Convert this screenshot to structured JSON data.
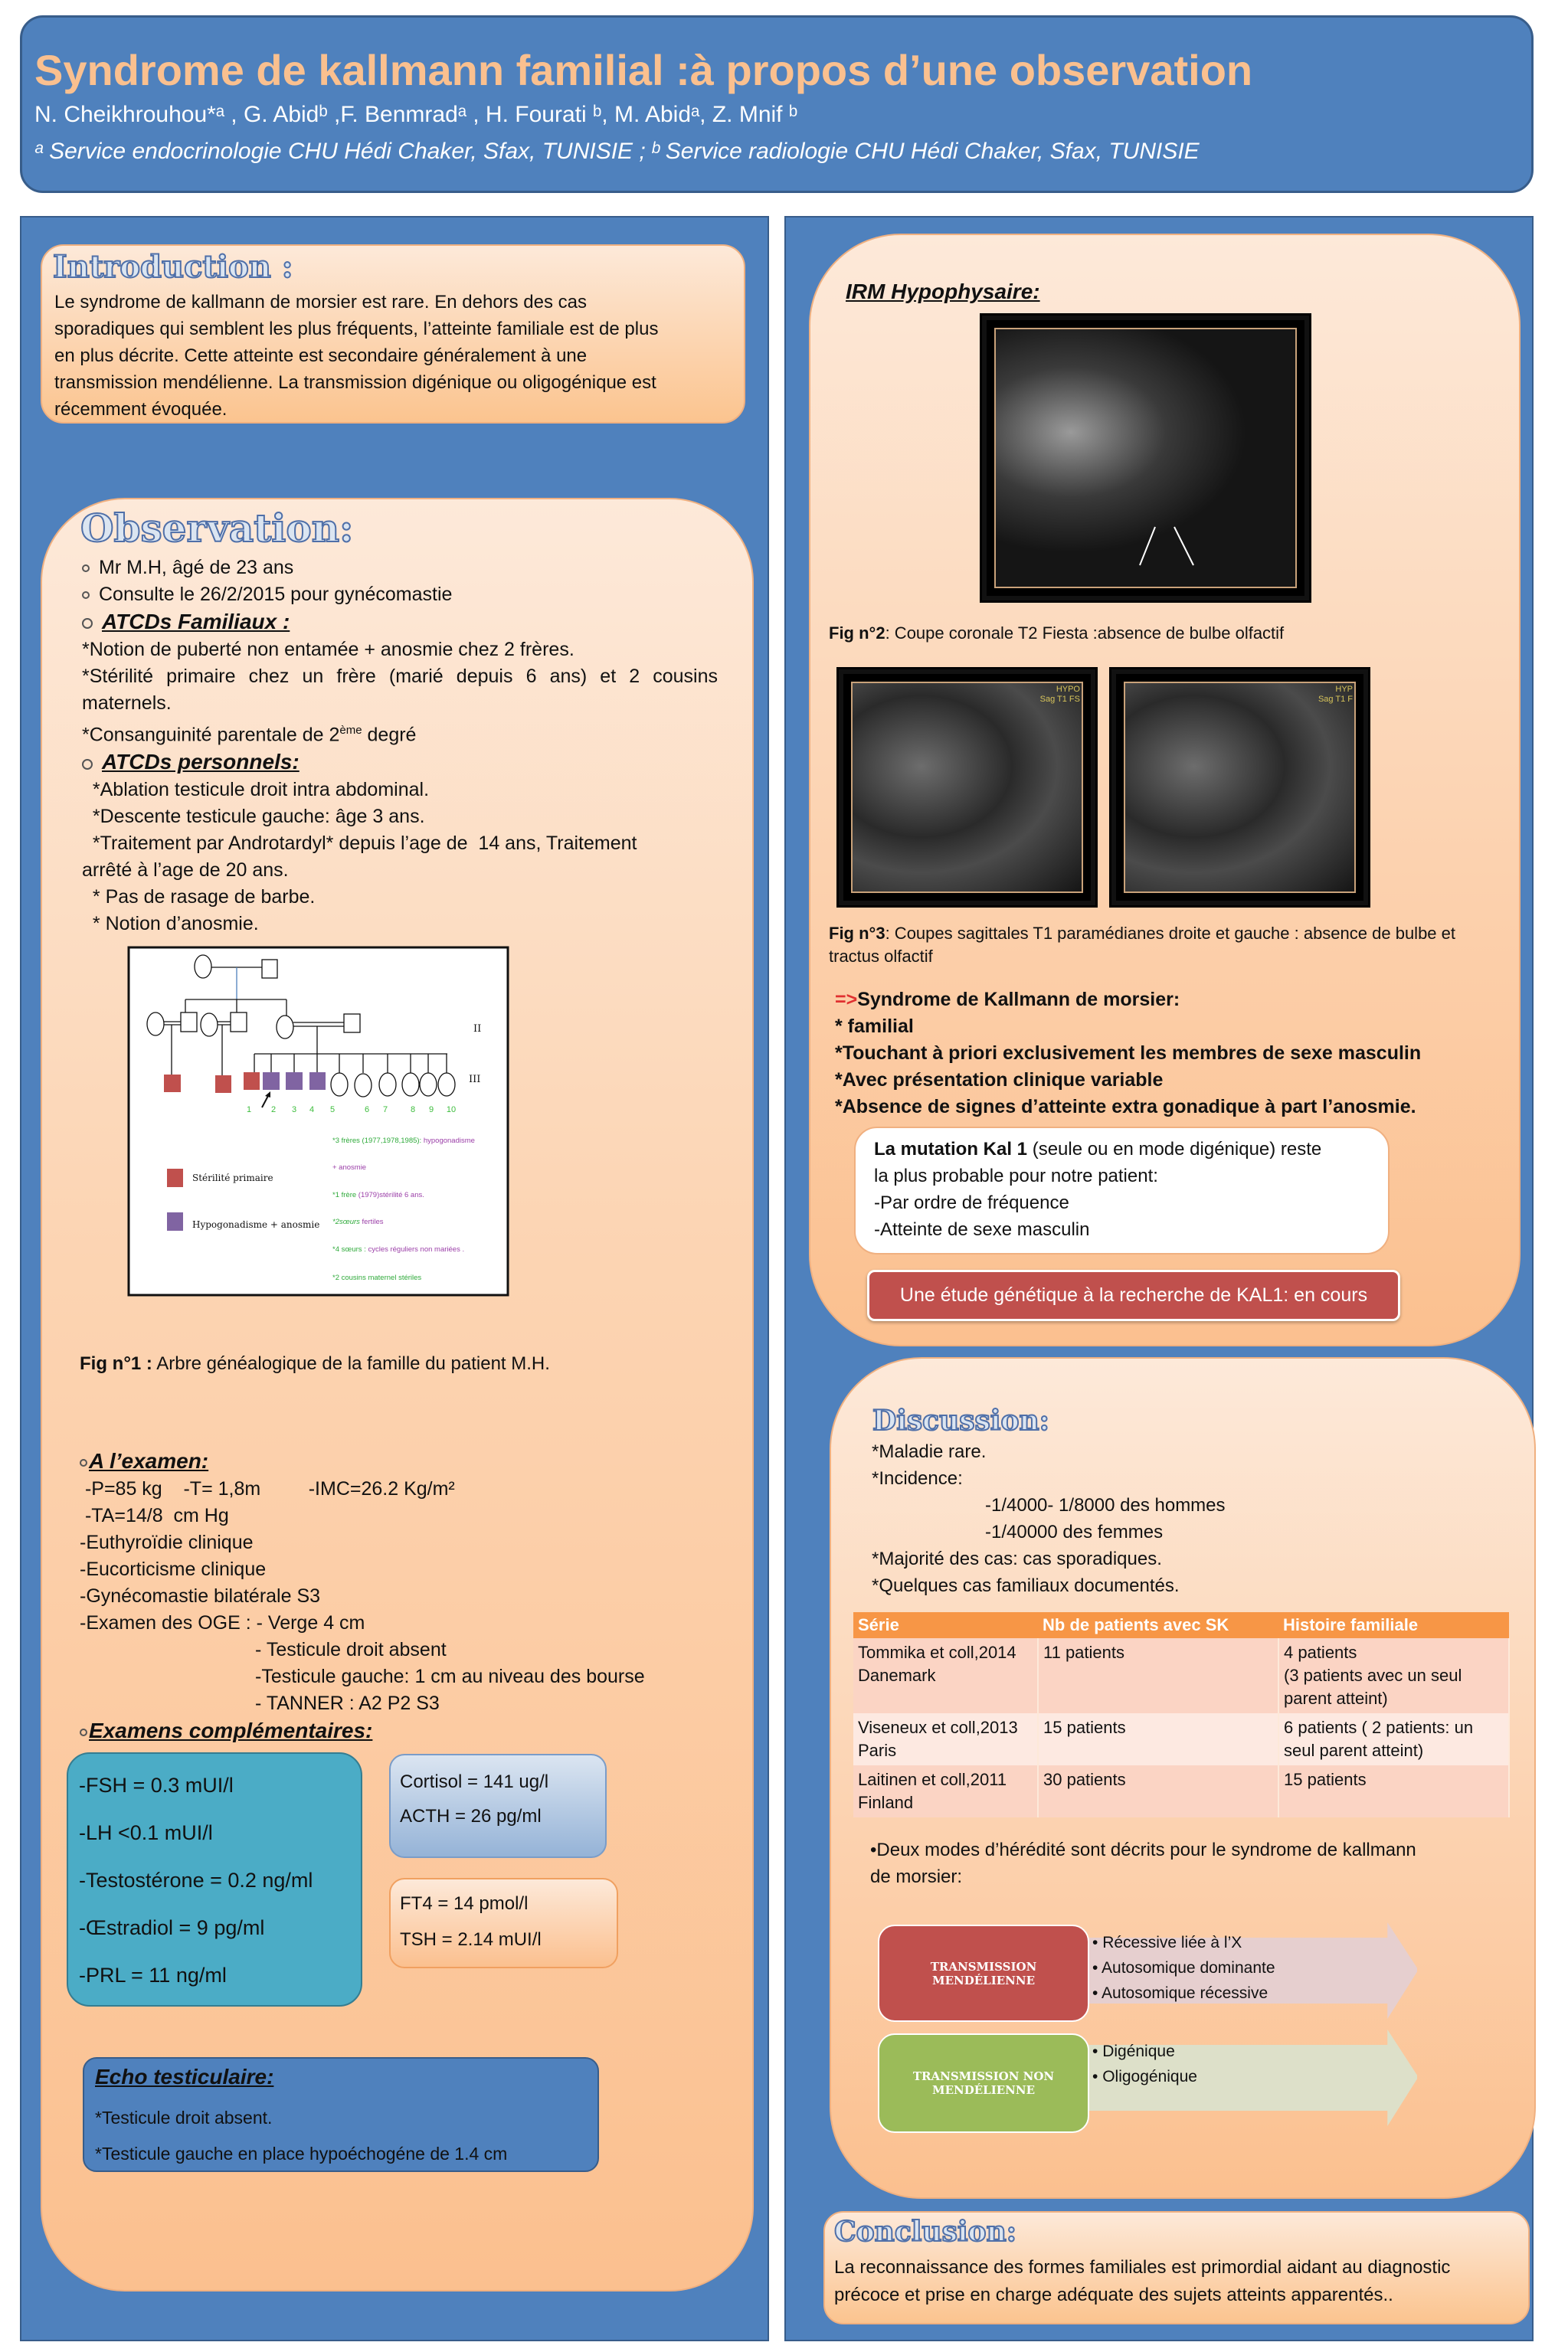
{
  "header": {
    "title": "Syndrome de kallmann familial :à propos d’une observation",
    "authors": "N. Cheikhrouhou*ᵃ , G. Abidᵇ ,F. Benmradᵃ , H. Fourati ᵇ, M. Abidᵃ, Z. Mnif ᵇ",
    "affiliations": "ᵃ Service endocrinologie CHU Hédi Chaker, Sfax, TUNISIE ; ᵇ Service radiologie CHU Hédi Chaker, Sfax, TUNISIE"
  },
  "introduction": {
    "heading": "Introduction :",
    "lines": [
      "Le syndrome de kallmann de morsier est rare. En dehors des cas",
      "sporadiques qui semblent les plus fréquents, l’atteinte familiale est de plus",
      "en plus décrite. Cette atteinte est secondaire généralement à une",
      "transmission mendélienne. La transmission digénique ou oligogénique est",
      "récemment évoquée."
    ]
  },
  "observation": {
    "heading": "Observation:",
    "patient": "Mr M.H, âgé de 23 ans",
    "consult": "Consulte le 26/2/2015 pour gynécomastie",
    "familial_heading": "ATCDs Familiaux :",
    "familial": [
      "*Notion de puberté non entamée + anosmie   chez 2 frères.",
      "*Stérilité primaire chez un frère (marié depuis 6 ans) et 2 cousins",
      "maternels.",
      "*Consanguinité parentale de 2"
    ],
    "familial_sup": "ème",
    "familial_tail": " degré",
    "personal_heading": "ATCDs personnels:",
    "personal": [
      "  *Ablation testicule droit intra abdominal.",
      "  *Descente testicule gauche: âge 3 ans.",
      "  *Traitement par Androtardyl* depuis l’age de  14 ans, Traitement",
      "arrêté à l’age de 20 ans.",
      "  * Pas de rasage de barbe.",
      "  * Notion d’anosmie."
    ]
  },
  "pedigree": {
    "generations": [
      "II",
      "III"
    ],
    "numbers": [
      "1",
      "2",
      "3",
      "4",
      "5",
      "6",
      "7",
      "8",
      "9",
      "10"
    ],
    "legend": [
      "Stérilité primaire",
      "Hypogonadisme + anosmie"
    ],
    "notes": [
      {
        "green": "*3 frères (1977,1978,1985): ",
        "purple": "hypogonadisme"
      },
      {
        "green": "",
        "purple": "+ anosmie"
      },
      {
        "green": "*1 frère ",
        "purple": "(1979)stérilité 6 ans."
      },
      {
        "green": "*2sœurs ",
        "purple": "fertiles"
      },
      {
        "green": "*4 sœurs : ",
        "purple": "cycles réguliers non mariées ."
      },
      {
        "green": "*2 cousins maternel stériles",
        "purple": ""
      }
    ],
    "colors": {
      "sterility": "#c0504d",
      "hypogonadism": "#8064a2",
      "numbers": "#3dbd3d",
      "notes_purple": "#9b3fa8"
    },
    "caption_bold": "Fig n°1 :",
    "caption": " Arbre généalogique de la famille du patient M.H."
  },
  "exam": {
    "heading": "A l’examen:",
    "lines": [
      " -P=85 kg    -T= 1,8m         -IMC=26.2 Kg/m²",
      " -TA=14/8  cm Hg",
      "-Euthyroïdie clinique",
      "-Eucorticisme clinique",
      "-Gynécomastie bilatérale S3",
      "-Examen des OGE : - Verge 4 cm"
    ],
    "oge": [
      "- Testicule droit  absent",
      "-Testicule gauche:  1 cm au niveau des bourse",
      "- TANNER : A2 P2 S3"
    ]
  },
  "complementary": {
    "heading": "Examens complémentaires:",
    "hormones": [
      "-FSH = 0.3 mUI/l",
      "-LH <0.1 mUI/l",
      "-Testostérone = 0.2 ng/ml",
      "-Œstradiol =  9 pg/ml",
      "-PRL = 11 ng/ml"
    ],
    "adrenal": [
      "Cortisol = 141 ug/l",
      "ACTH = 26 pg/ml"
    ],
    "thyroid": [
      "FT4 = 14 pmol/l",
      "TSH = 2.14 mUI/l"
    ]
  },
  "echo": {
    "heading": "Echo testiculaire:",
    "lines": [
      "*Testicule droit absent.",
      "*Testicule gauche en place hypoéchogéne de  1.4 cm"
    ]
  },
  "irm": {
    "heading": "IRM Hypophysaire:",
    "fig2_bold": "Fig n°2",
    "fig2": ": Coupe coronale T2 Fiesta :absence de bulbe olfactif",
    "sag_labels": [
      "HYPO\nSag T1 FS",
      "HYP\nSag T1 F"
    ],
    "fig3_bold": "Fig n°3",
    "fig3": ": Coupes sagittales T1 paramédianes droite et gauche : absence de bulbe et tractus olfactif",
    "arrow_prefix": "=>",
    "conclusion_lines": [
      "Syndrome de Kallmann de morsier:",
      "* familial",
      "*Touchant à priori exclusivement les membres de sexe masculin",
      "*Avec présentation clinique variable",
      "*Absence de signes d’atteinte extra gonadique à part l’anosmie."
    ],
    "mutation_bold": "La mutation Kal 1",
    "mutation_lines": [
      " (seule ou en mode digénique) reste",
      "la plus probable pour notre patient:",
      "-Par ordre de fréquence",
      "-Atteinte de sexe masculin"
    ],
    "genetic_button": "Une étude génétique à la recherche de KAL1: en cours"
  },
  "discussion": {
    "heading": "Discussion:",
    "lines": [
      "*Maladie rare.",
      "*Incidence:"
    ],
    "incidence": [
      "-1/4000- 1/8000 des hommes",
      "-1/40000 des femmes"
    ],
    "lines2": [
      "*Majorité des cas: cas sporadiques.",
      "*Quelques cas familiaux documentés."
    ],
    "table": {
      "headers": [
        "Série",
        "Nb de patients  avec SK",
        "Histoire familiale"
      ],
      "rows": [
        [
          "Tommika et coll,2014",
          "Danemark",
          "11 patients",
          "4 patients",
          "(3 patients avec un seul",
          "parent atteint)"
        ],
        [
          "Viseneux et coll,2013",
          "Paris",
          "15 patients",
          "6 patients ( 2 patients: un",
          "seul parent atteint)",
          ""
        ],
        [
          "Laitinen et coll,2011",
          "Finland",
          "30 patients",
          "15 patients",
          "",
          ""
        ]
      ]
    },
    "modes_text": [
      "•Deux modes d’hérédité sont décrits pour le syndrome de kallmann",
      "de morsier:"
    ],
    "transmission": [
      {
        "label": "TRANSMISSION MENDÉLIENNE",
        "items": [
          "Récessive liée à l’X",
          "Autosomique dominante",
          "Autosomique récessive"
        ]
      },
      {
        "label": "TRANSMISSION NON MENDÉLIENNE",
        "items": [
          "Digénique",
          "Oligogénique"
        ]
      }
    ]
  },
  "conclusion": {
    "heading": "Conclusion:",
    "lines": [
      "La reconnaissance des formes familiales est primordial aidant au diagnostic",
      "précoce et prise en charge adéquate des sujets atteints apparentés.."
    ]
  }
}
